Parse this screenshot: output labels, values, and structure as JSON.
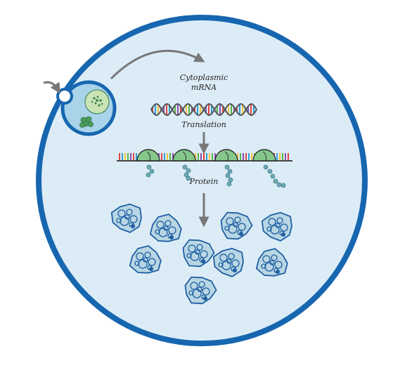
{
  "labels": {
    "cytoplasmic_line1": "Cytoplasmic",
    "cytoplasmic_line2": "mRNA",
    "translation": "Translation",
    "protein": "Protein"
  },
  "colors": {
    "cell_border": "#1766b0",
    "cytoplasm": "#dcecf7",
    "vesicle_fill": "#a9d3e8",
    "nucleus_fill": "#c9e3b5",
    "nucleus_dots": "#2e7a4a",
    "ribosome": "#86c78b",
    "peptide": "#6fa9b5",
    "protein_fill": "#b8d6e3",
    "protein_stroke": "#1f5fa3",
    "arrow": "#777777",
    "base_colors": [
      "#e2453f",
      "#2f9fd8",
      "#f5c33b",
      "#56b548",
      "#8a4fb0"
    ]
  },
  "protein_count": 9,
  "ribosome_count": 4
}
